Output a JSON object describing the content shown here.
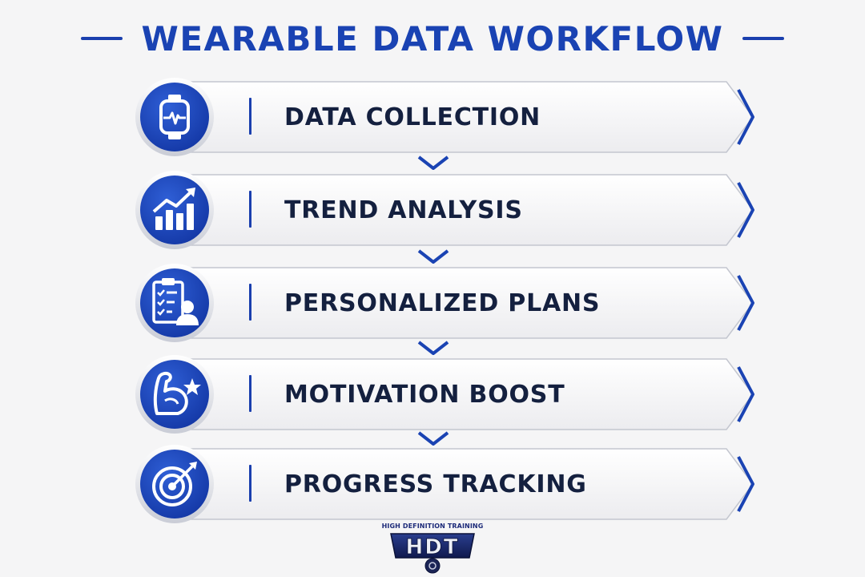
{
  "title": "WEARABLE DATA WORKFLOW",
  "steps": [
    {
      "label": "DATA COLLECTION",
      "icon": "smartwatch-heart-icon"
    },
    {
      "label": "TREND ANALYSIS",
      "icon": "bar-chart-up-arrow-icon"
    },
    {
      "label": "PERSONALIZED PLANS",
      "icon": "clipboard-user-icon"
    },
    {
      "label": "MOTIVATION BOOST",
      "icon": "flexed-arm-star-icon"
    },
    {
      "label": "PROGRESS TRACKING",
      "icon": "target-arrow-icon"
    }
  ],
  "logo": {
    "tagline": "HIGH DEFINITION TRAINING",
    "mark": "HDT"
  },
  "colors": {
    "primary": "#1a43b3",
    "text": "#14203f",
    "background": "#f5f5f6"
  }
}
